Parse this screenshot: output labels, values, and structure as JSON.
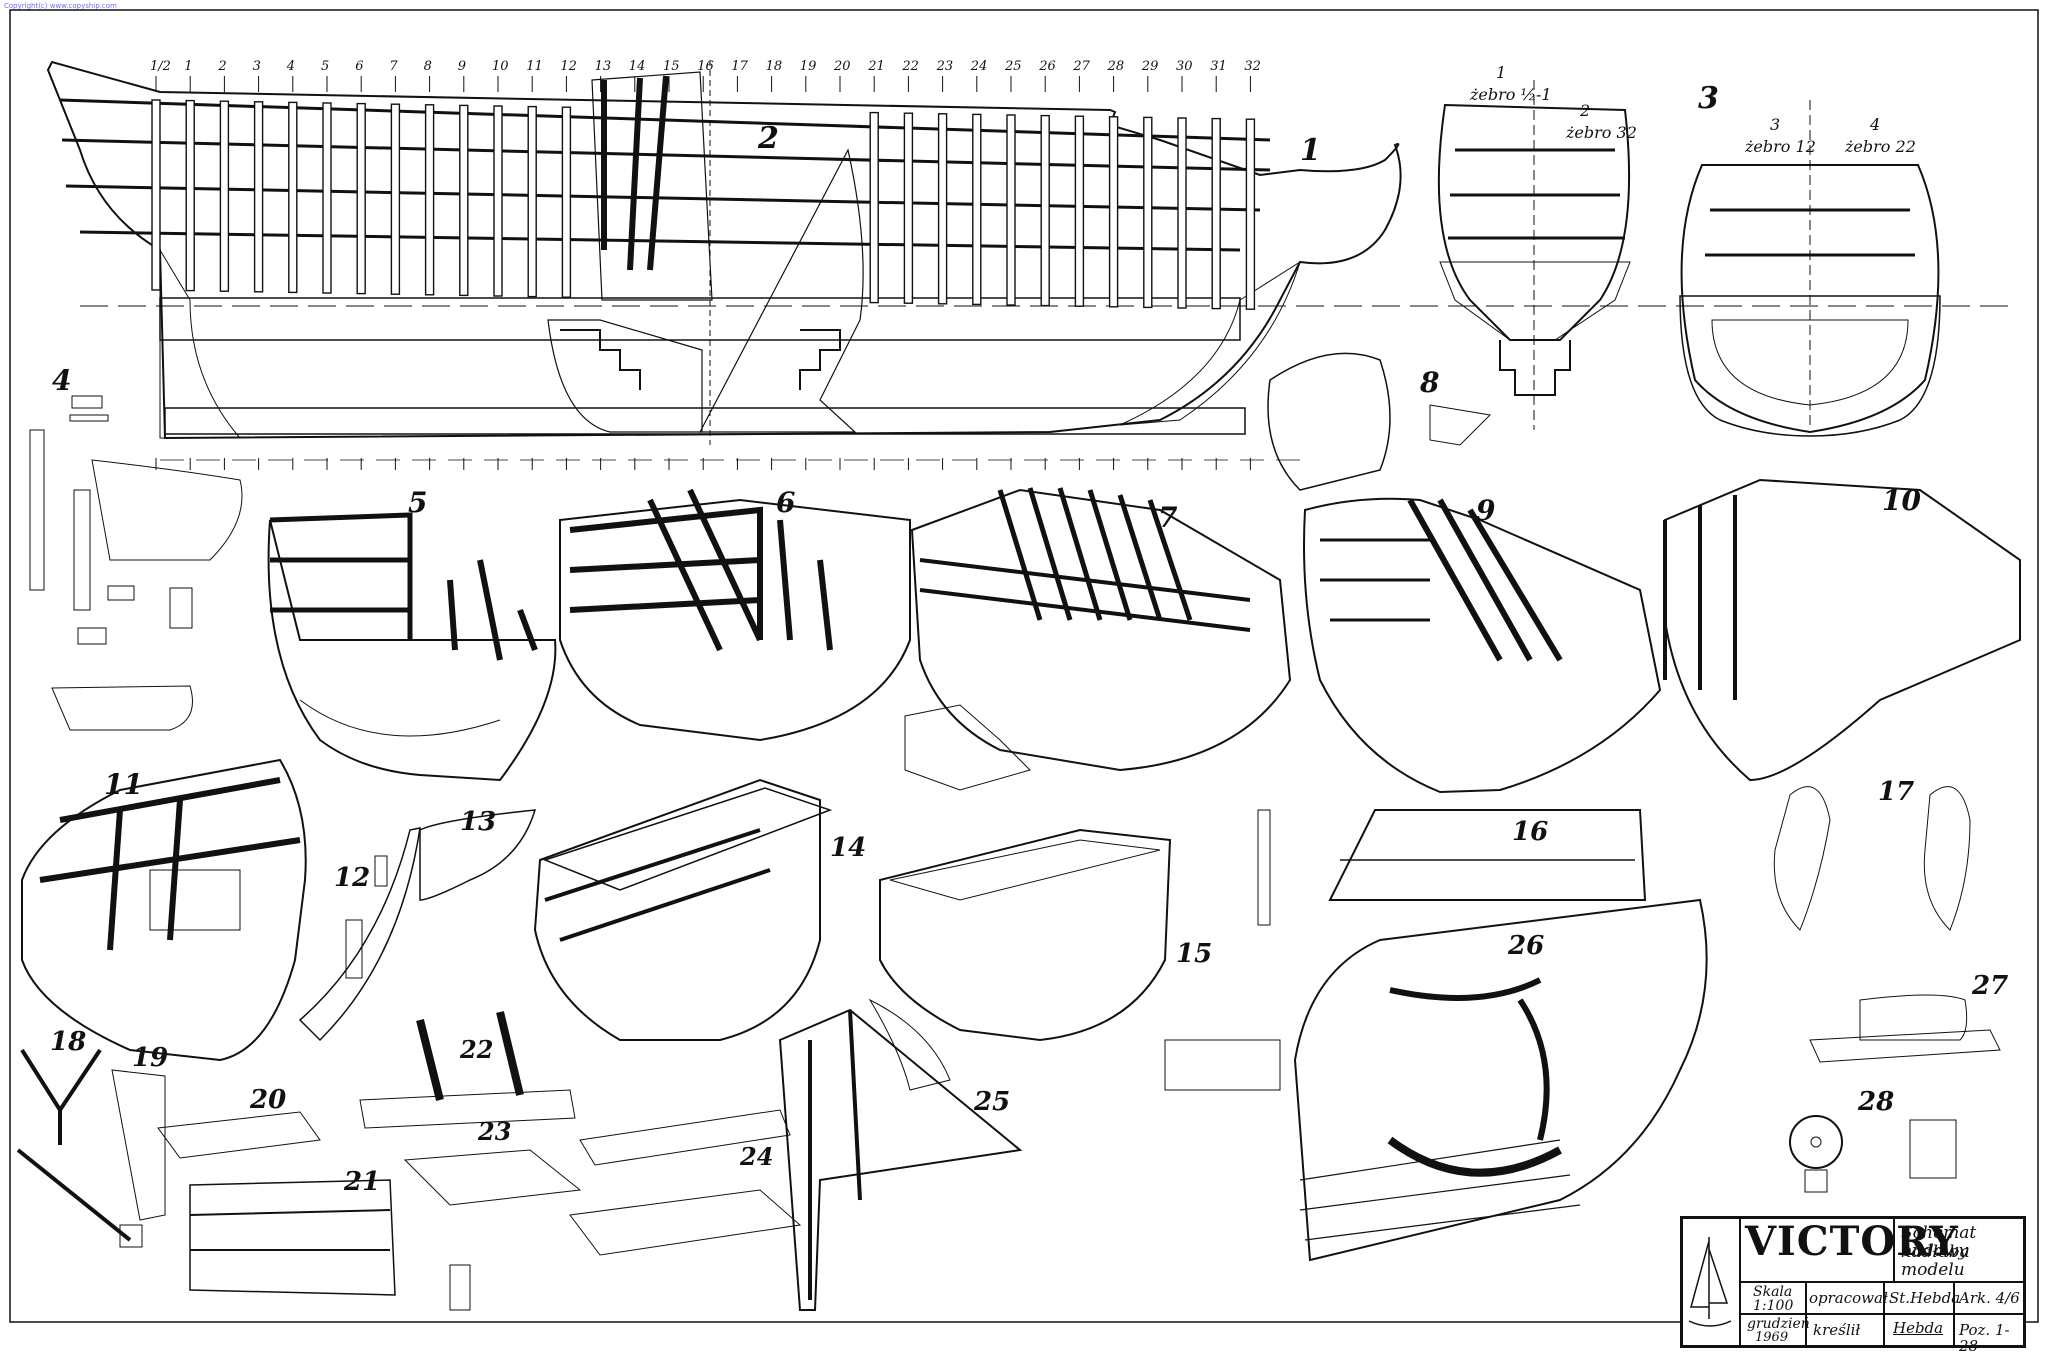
{
  "copyright": "Copyright(c) www.copyship.com",
  "station_ruler": [
    "1/2",
    "1",
    "2",
    "3",
    "4",
    "5",
    "6",
    "7",
    "8",
    "9",
    "10",
    "11",
    "12",
    "13",
    "14",
    "15",
    "16",
    "17",
    "18",
    "19",
    "20",
    "21",
    "22",
    "23",
    "24",
    "25",
    "26",
    "27",
    "28",
    "29",
    "30",
    "31",
    "32"
  ],
  "callouts": {
    "c1": "1",
    "c2": "2",
    "c3": "3",
    "c4": "4",
    "c5": "5",
    "c6": "6",
    "c7": "7",
    "c8": "8",
    "c9": "9",
    "c10": "10",
    "c11": "11",
    "c12": "12",
    "c13": "13",
    "c14": "14",
    "c15": "15",
    "c16": "16",
    "c17": "17",
    "c18": "18",
    "c19": "19",
    "c20": "20",
    "c21": "21",
    "c22": "22",
    "c23": "23",
    "c24": "24",
    "c25": "25",
    "c26": "26",
    "c27": "27",
    "c28": "28"
  },
  "frames": {
    "f1_num": "1",
    "f1_label": "żebro ½-1",
    "f2_num": "2",
    "f2_label": "żebro 32",
    "f3_num": "3",
    "f3_label": "żebro 12",
    "f4_num": "4",
    "f4_label": "żebro 22"
  },
  "title_block": {
    "title": "VICTORY",
    "desc_line1": "Schemat budowy",
    "desc_line2": "kadłuba modelu",
    "scale_label": "Skala",
    "scale_value": "1:100",
    "prepared_label": "opracował",
    "prepared_by": "St.Hebda",
    "sheet": "Ark. 4/6",
    "date_month": "grudzień",
    "date_year": "1969",
    "drawn_label": "kreślił",
    "signature": "Hebda",
    "positions": "Poz. 1-28"
  }
}
